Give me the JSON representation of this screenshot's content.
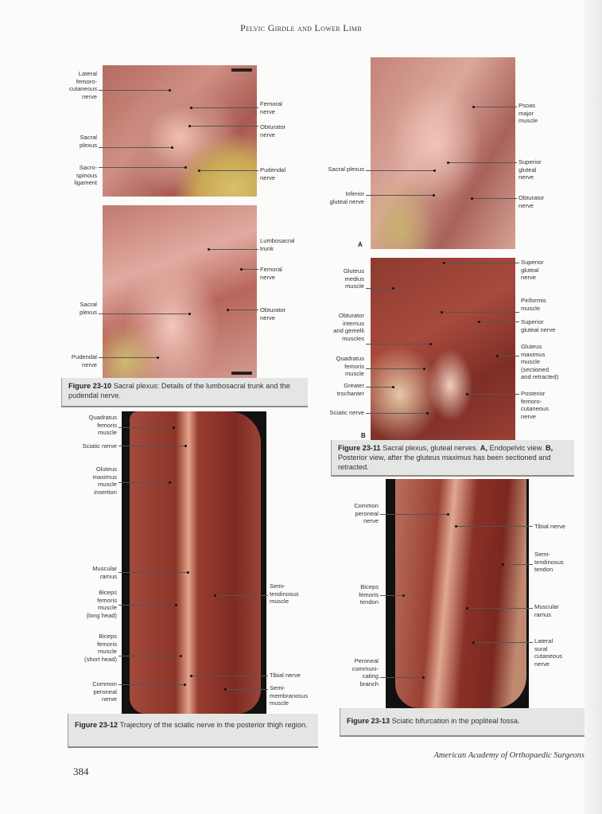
{
  "header": {
    "running_title": "Pelvic Girdle and Lower Limb"
  },
  "fig_23_10": {
    "top_labels": {
      "lateral_femoro": "Lateral\nfemoro-\ncutaneous\nnerve",
      "sacral_plexus": "Sacral\nplexus",
      "sacrospinous": "Sacro-\nspinous\nligament",
      "femoral": "Femoral\nnerve",
      "obturator": "Obturator\nnerve",
      "pudendal": "Pudendal\nnerve"
    },
    "bottom_labels": {
      "lumbosacral": "Lumbosacral\ntrunk",
      "femoral": "Femoral\nnerve",
      "obturator": "Obturator\nnerve",
      "sacral_plexus": "Sacral\nplexus",
      "pudendal": "Pudendal\nnerve"
    },
    "caption_label": "Figure 23-10",
    "caption_text": " Sacral plexus: Details of the lumbosacral trunk and the pudendal nerve."
  },
  "fig_23_11": {
    "panel_a_letter": "A",
    "panel_b_letter": "B",
    "a_labels": {
      "sacral_plexus": "Sacral plexus",
      "inferior_gluteal": "Inferior\ngluteal nerve",
      "psoas": "Psoas\nmajor\nmuscle",
      "superior_gluteal": "Superior\ngluteal\nnerve",
      "obturator": "Obturator\nnerve"
    },
    "b_labels": {
      "gluteus_medius": "Gluteus\nmedius\nmuscle",
      "obturator_internus": "Obturator\ninternus\nand gemelli\nmuscles",
      "quadratus": "Quadratus\nfemoris\nmuscle",
      "greater_trochanter": "Greater\ntrochanter",
      "sciatic": "Sciatic nerve",
      "superior_gluteal_1": "Superior\ngluteal\nnerve",
      "piriformis": "Piriformis\nmuscle",
      "superior_gluteal_2": "Superior\ngluteal nerve",
      "gluteus_maximus": "Gluteus\nmaximus\nmuscle\n(sectioned\nand retracted)",
      "posterior_femoro": "Posterior\nfemoro-\ncutaneous\nnerve"
    },
    "caption_label": "Figure 23-11",
    "caption_text_1": " Sacral plexus, gluteal nerves. ",
    "caption_a": "A,",
    "caption_text_2": " Endopelvic view. ",
    "caption_b": "B,",
    "caption_text_3": " Posterior view, after the gluteus maximus has been sectioned and retracted."
  },
  "fig_23_12": {
    "labels": {
      "quadratus": "Quadratus\nfemoris\nmuscle",
      "sciatic": "Sciatic nerve",
      "gluteus_insertion": "Gluteus\nmaximus\nmuscle\ninsertion",
      "muscular_ramus": "Muscular\nramus",
      "biceps_long": "Biceps\nfemoris\nmuscle\n(long head)",
      "biceps_short": "Biceps\nfemoris\nmuscle\n(short head)",
      "common_peroneal": "Common\nperoneal\nnerve",
      "semitendinosus": "Semi-\ntendinosus\nmuscle",
      "tibial": "Tibial nerve",
      "semimembranosus": "Semi-\nmembranosus\nmuscle"
    },
    "caption_label": "Figure 23-12",
    "caption_text": " Trajectory of the sciatic nerve in the posterior thigh region."
  },
  "fig_23_13": {
    "labels": {
      "common_peroneal": "Common\nperoneal\nnerve",
      "biceps_tendon": "Biceps\nfemoris\ntendon",
      "peroneal_comm": "Peroneal\ncommuni-\ncating\nbranch",
      "tibial": "Tibial nerve",
      "semitendinosus": "Semi-\ntendinosus\ntendon",
      "muscular_ramus": "Muscular\nramus",
      "lateral_sural": "Lateral\nsural\ncutaneous\nnerve"
    },
    "caption_label": "Figure 23-13",
    "caption_text": " Sciatic bifurcation in the popliteal fossa."
  },
  "footer": {
    "publisher": "American Academy of Orthopaedic Surgeons",
    "page_number": "384"
  }
}
